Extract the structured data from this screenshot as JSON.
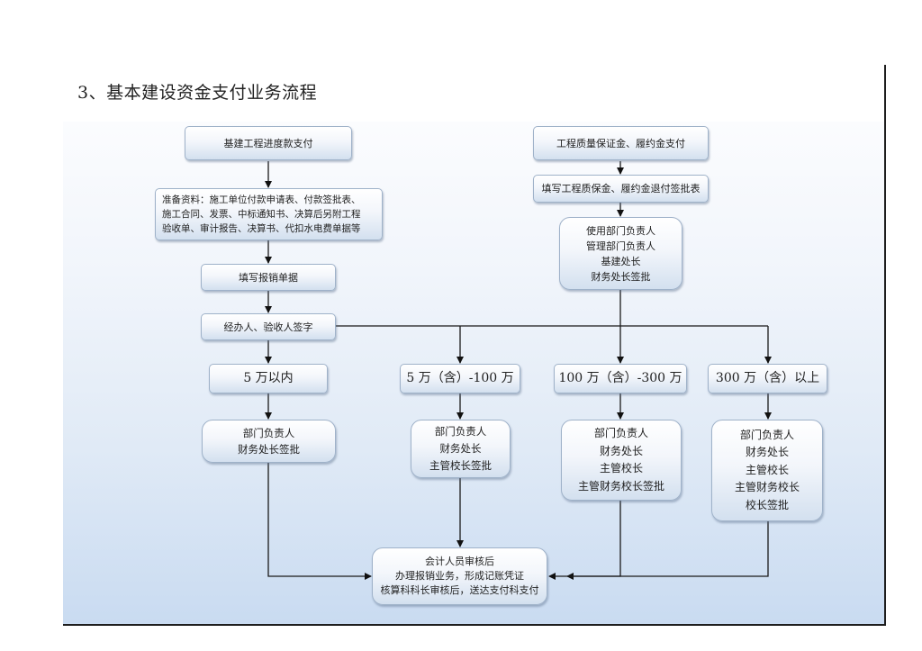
{
  "title": "3、基本建设资金支付业务流程",
  "nodes": {
    "progress_payment": "基建工程进度款支付",
    "prepare_materials": [
      "准备资料：施工单位付款申请表、付款签批表、",
      "施工合同、发票、中标通知书、决算后另附工程",
      "验收单、审计报告、决算书、代扣水电费单据等"
    ],
    "fill_reimbursement": "填写报销单据",
    "handler_sign": "经办人、验收人签字",
    "guarantee_payment": "工程质量保证金、履约金支付",
    "fill_refund_form": "填写工程质保金、履约金退付签批表",
    "guarantee_approval": [
      "使用部门负责人",
      "管理部门负责人",
      "基建处长",
      "财务处长签批"
    ],
    "tier1": "5 万以内",
    "tier2": "5 万（含）-100 万",
    "tier3": "100 万（含）-300 万",
    "tier4": "300 万（含）以上",
    "approval1": [
      "部门负责人",
      "财务处长签批"
    ],
    "approval2": [
      "部门负责人",
      "财务处长",
      "主管校长签批"
    ],
    "approval3": [
      "部门负责人",
      "财务处长",
      "主管校长",
      "主管财务校长签批"
    ],
    "approval4": [
      "部门负责人",
      "财务处长",
      "主管校长",
      "主管财务校长",
      "校长签批"
    ],
    "accounting": [
      "会计人员审核后",
      "办理报销业务，形成记账凭证",
      "核算科科长审核后，送达支付科支付"
    ]
  }
}
